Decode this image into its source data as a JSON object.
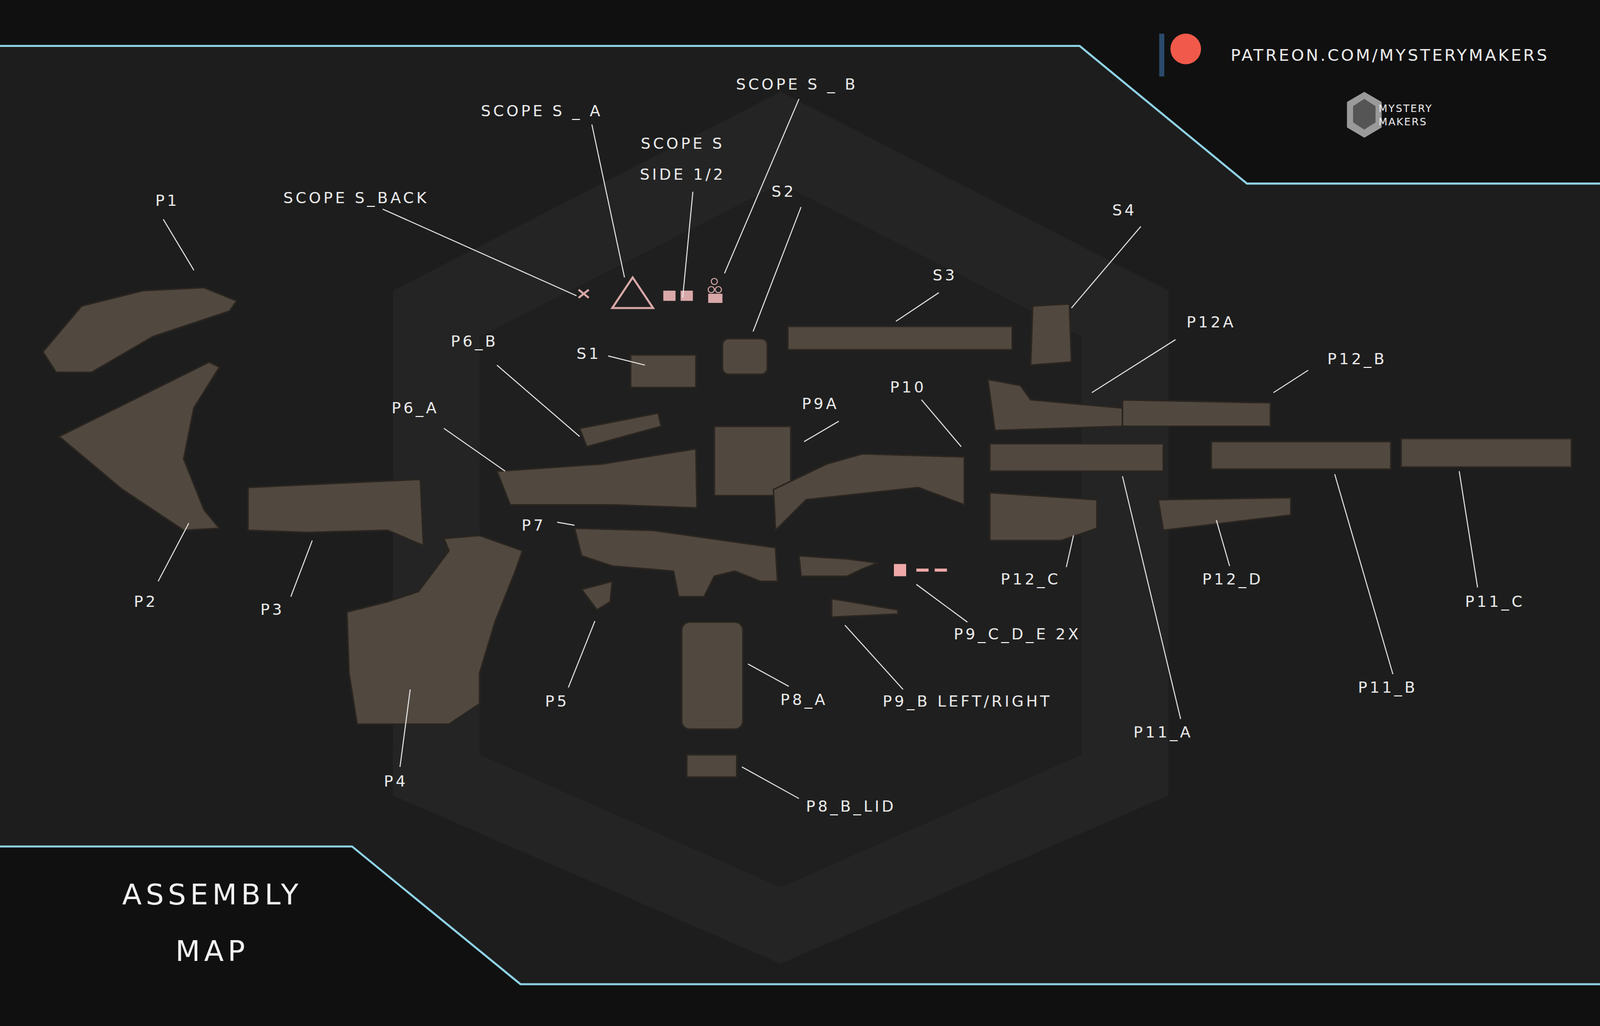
{
  "diagram": {
    "title": "ASSEMBLY MAP",
    "labels": [
      "PATREON.COM/MYSTERYMAKERS",
      "MYSTERY MAKERS",
      "SCOPE S _ B",
      "SCOPE S _ A",
      "SCOPE S SIDE 1/2",
      "S2",
      "P1",
      "SCOPE S_BACK",
      "S4",
      "S3",
      "P12A",
      "P6_B",
      "S1",
      "P12_B",
      "P10",
      "P6_A",
      "P9A",
      "P7",
      "P2",
      "P3",
      "P12_C",
      "P12_D",
      "P11_C",
      "P9_C_D_E 2X",
      "P5",
      "P8_A",
      "P9_B LEFT/RIGHT",
      "P11_B",
      "P11_A",
      "P4",
      "P8_B_LID"
    ]
  }
}
